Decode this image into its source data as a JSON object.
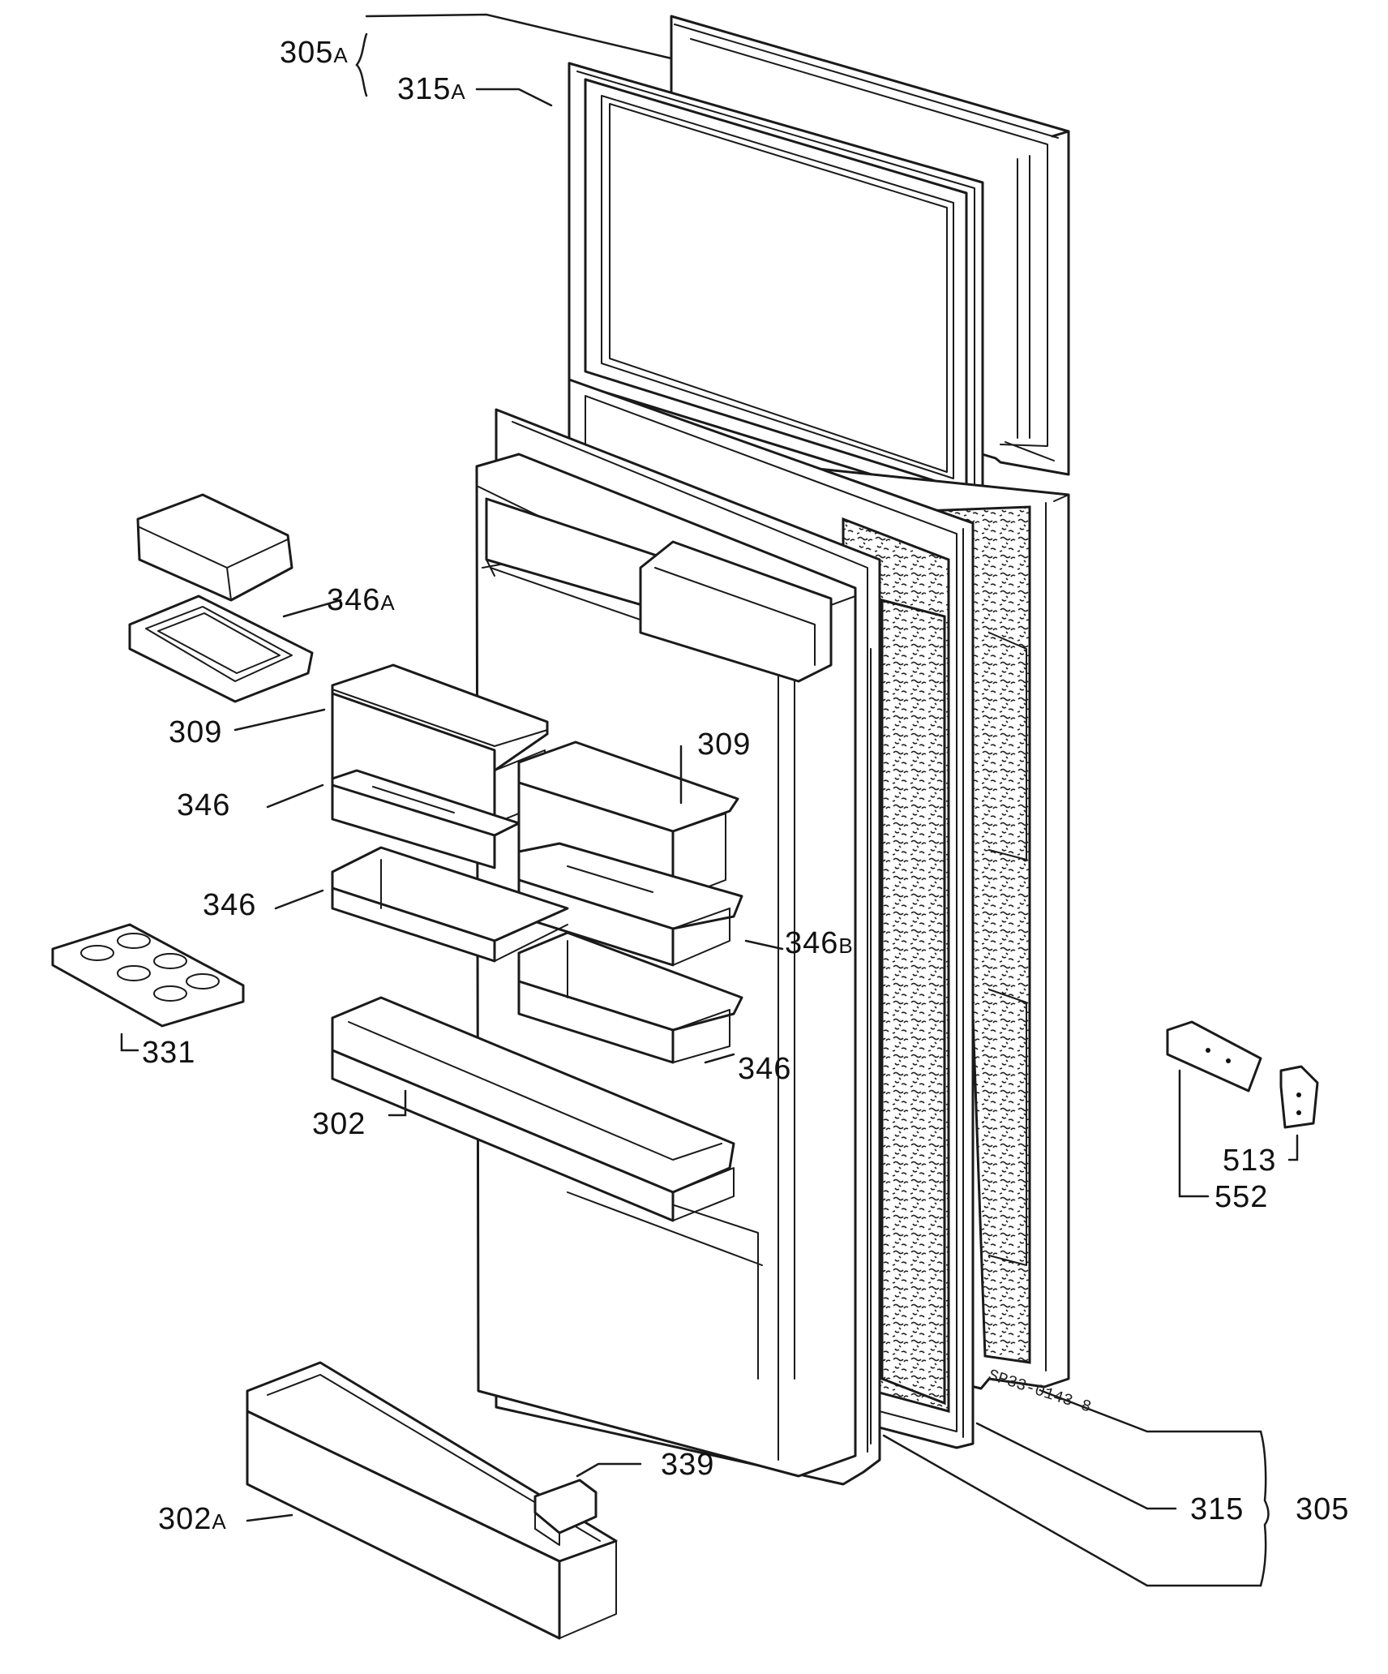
{
  "diagram": {
    "callouts": [
      {
        "id": "305A",
        "num": "305",
        "sfx": "A"
      },
      {
        "id": "315A",
        "num": "315",
        "sfx": "A"
      },
      {
        "id": "346A",
        "num": "346",
        "sfx": "A"
      },
      {
        "id": "309-left",
        "num": "309",
        "sfx": ""
      },
      {
        "id": "309-right",
        "num": "309",
        "sfx": ""
      },
      {
        "id": "346-upper",
        "num": "346",
        "sfx": ""
      },
      {
        "id": "346-middle",
        "num": "346",
        "sfx": ""
      },
      {
        "id": "346B",
        "num": "346",
        "sfx": "B"
      },
      {
        "id": "346-lower",
        "num": "346",
        "sfx": ""
      },
      {
        "id": "331",
        "num": "331",
        "sfx": ""
      },
      {
        "id": "302",
        "num": "302",
        "sfx": ""
      },
      {
        "id": "302A",
        "num": "302",
        "sfx": "A"
      },
      {
        "id": "339",
        "num": "339",
        "sfx": ""
      },
      {
        "id": "315",
        "num": "315",
        "sfx": ""
      },
      {
        "id": "305",
        "num": "305",
        "sfx": ""
      },
      {
        "id": "513",
        "num": "513",
        "sfx": ""
      },
      {
        "id": "552",
        "num": "552",
        "sfx": ""
      }
    ],
    "drawing_number": "SP33-0143 8"
  }
}
